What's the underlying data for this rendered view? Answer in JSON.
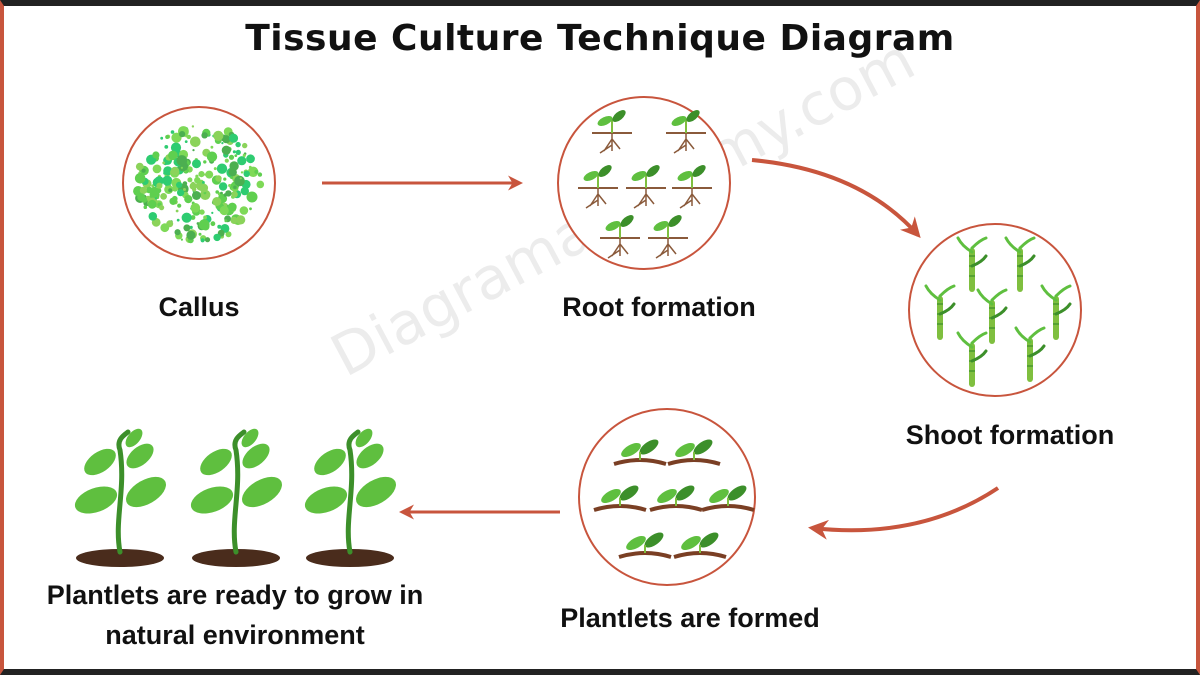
{
  "title": "Tissue Culture Technique Diagram",
  "watermark": "Diagramacademy.com",
  "stages": [
    {
      "id": "callus",
      "label": "Callus"
    },
    {
      "id": "root",
      "label": "Root formation"
    },
    {
      "id": "shoot",
      "label": "Shoot formation"
    },
    {
      "id": "plantlets",
      "label": "Plantlets are formed"
    },
    {
      "id": "ready",
      "label_line1": "Plantlets are ready to grow in",
      "label_line2": "natural environment"
    }
  ],
  "colors": {
    "arrow": "#c8553d",
    "circle_border": "#c8553d",
    "leaf": "#5fbf3f",
    "leaf_dark": "#3c8f2a",
    "root": "#8a5a3b",
    "soil": "#7a3f24",
    "stem": "#7fbf3f"
  }
}
